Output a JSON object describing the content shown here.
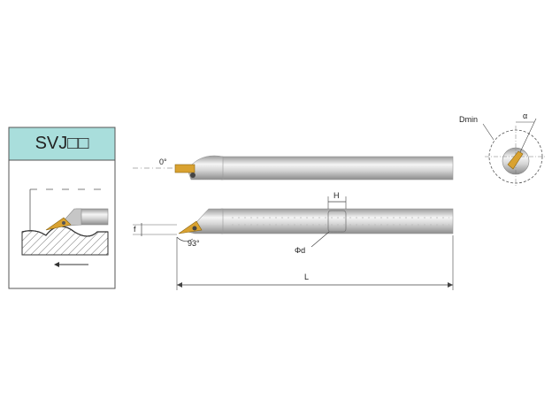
{
  "title": "SVJ□□",
  "labels": {
    "lead_angle": "0°",
    "approach_angle": "93°",
    "height_h": "H",
    "offset_f": "f",
    "shank_diameter": "Φd",
    "overall_length": "L",
    "min_bore_diameter": "Dmin",
    "clearance_angle": "α"
  },
  "colors": {
    "panel_border": "#555555",
    "title_fill": "#a9dedc",
    "insert": "#d9a231",
    "bar_dark": "#9c9c9c",
    "bar_light": "#f4f4f4"
  }
}
